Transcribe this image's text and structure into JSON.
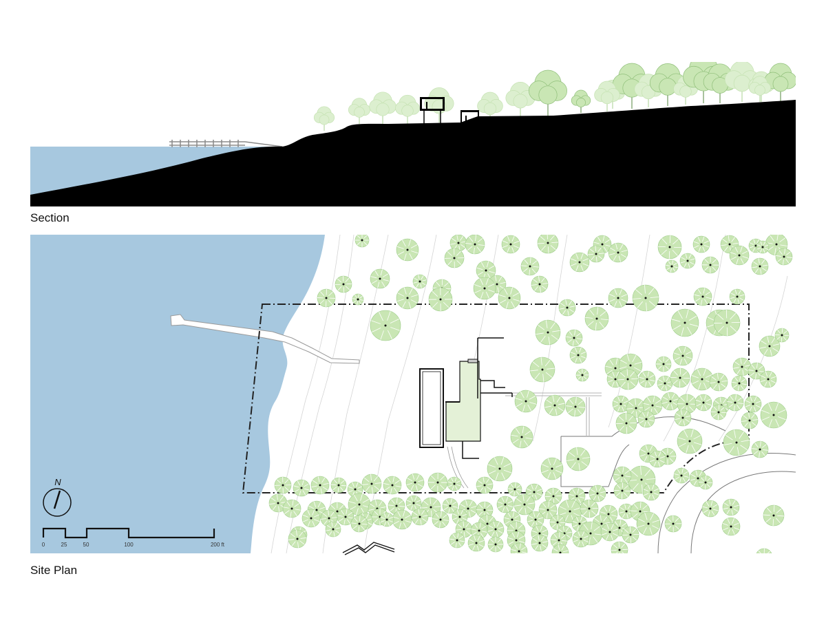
{
  "section": {
    "label": "Section"
  },
  "site_plan": {
    "label": "Site Plan"
  },
  "north": {
    "letter": "N"
  },
  "scale_bar": {
    "ticks": [
      "0",
      "25",
      "50",
      "100",
      "200 ft"
    ]
  },
  "colors": {
    "water": "#a7c8df",
    "ground": "#000000",
    "tree_fill": "#c9e6b4",
    "tree_fill_light": "#dcefcf",
    "tree_stroke": "#9ccc88",
    "building_fill": "#e4f1d7"
  }
}
